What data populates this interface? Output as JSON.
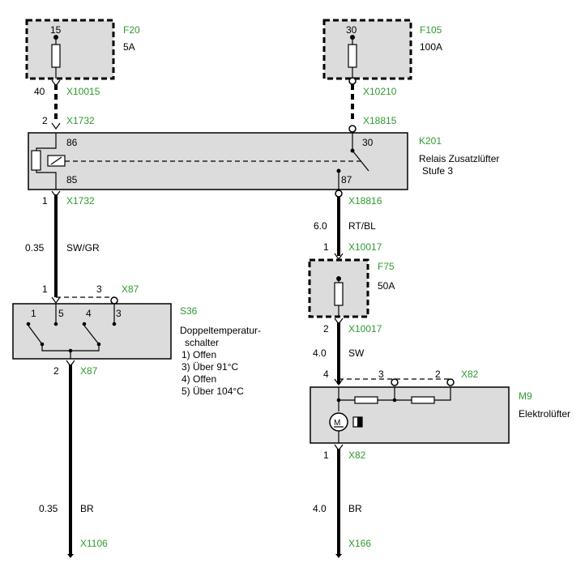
{
  "colors": {
    "connector_green": "#2e9a2e",
    "box_fill": "#dcdcdc",
    "line": "#000000"
  },
  "fuse_f20": {
    "id": "F20",
    "amps": "5A",
    "terminal": "15"
  },
  "fuse_f105": {
    "id": "F105",
    "amps": "100A",
    "terminal": "30"
  },
  "fuse_f75": {
    "id": "F75",
    "amps": "50A"
  },
  "relay_k201": {
    "id": "K201",
    "name_line1": "Relais Zusatzlüfter",
    "name_line2": "Stufe 3",
    "pin_86": "86",
    "pin_85": "85",
    "pin_30": "30",
    "pin_87": "87"
  },
  "switch_s36": {
    "id": "S36",
    "desc": [
      "Doppeltemperatur-",
      "schalter",
      "1) Offen",
      "3) Über 91°C",
      "4) Offen",
      "5) Über 104°C"
    ],
    "int_1": "1",
    "int_5": "5",
    "int_4": "4",
    "int_3": "3"
  },
  "motor_m9": {
    "id": "M9",
    "name": "Elektrolüfter",
    "motor_letter": "M"
  },
  "connectors": {
    "x10015": {
      "id": "X10015",
      "pin": "40"
    },
    "x10210": {
      "id": "X10210"
    },
    "x1732_top": {
      "id": "X1732",
      "pin": "2"
    },
    "x18815": {
      "id": "X18815"
    },
    "x1732_bot": {
      "id": "X1732",
      "pin": "1"
    },
    "x18816": {
      "id": "X18816"
    },
    "x10017_top": {
      "id": "X10017",
      "pin": "1"
    },
    "x10017_bot": {
      "id": "X10017",
      "pin": "2"
    },
    "x87_top": {
      "id": "X87",
      "pin_a": "1",
      "pin_b": "3"
    },
    "x87_bot": {
      "id": "X87",
      "pin": "2"
    },
    "x82_top": {
      "id": "X82",
      "pin_a": "4",
      "pin_b": "3",
      "pin_c": "2"
    },
    "x82_bot": {
      "id": "X82",
      "pin": "1"
    },
    "x1106": {
      "id": "X1106"
    },
    "x166": {
      "id": "X166"
    }
  },
  "wires": {
    "left_mid": {
      "gauge": "0.35",
      "color": "SW/GR"
    },
    "left_bottom": {
      "gauge": "0.35",
      "color": "BR"
    },
    "right_upper": {
      "gauge": "6.0",
      "color": "RT/BL"
    },
    "right_mid": {
      "gauge": "4.0",
      "color": "SW"
    },
    "right_bottom": {
      "gauge": "4.0",
      "color": "BR"
    }
  }
}
